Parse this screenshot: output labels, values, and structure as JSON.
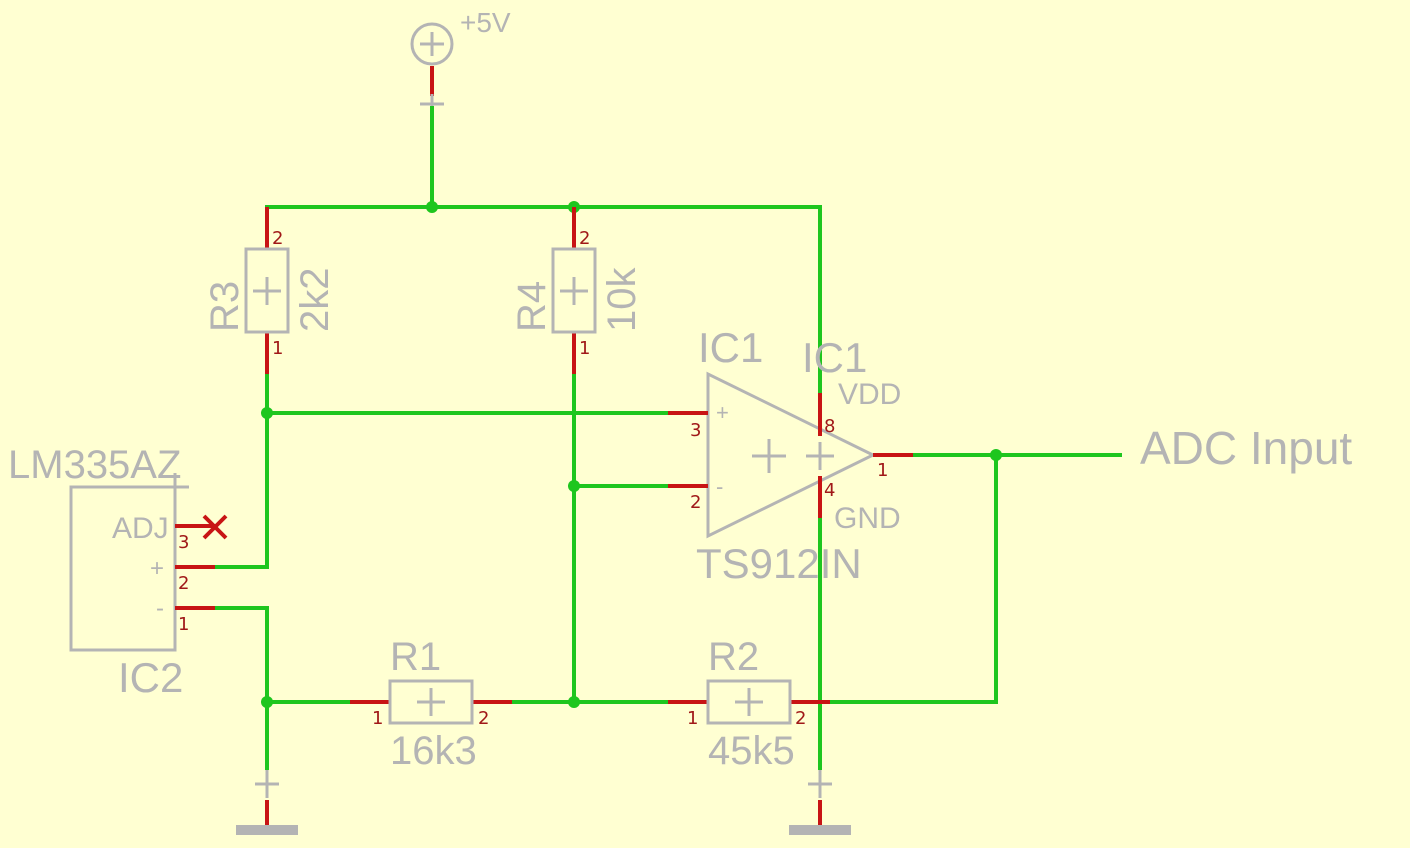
{
  "power": {
    "supply_label": "+5V"
  },
  "resistors": {
    "r1": {
      "name": "R1",
      "value": "16k3",
      "pin1": "1",
      "pin2": "2"
    },
    "r2": {
      "name": "R2",
      "value": "45k5",
      "pin1": "1",
      "pin2": "2"
    },
    "r3": {
      "name": "R3",
      "value": "2k2",
      "pin1": "1",
      "pin2": "2"
    },
    "r4": {
      "name": "R4",
      "value": "10k",
      "pin1": "1",
      "pin2": "2"
    }
  },
  "opamp": {
    "name": "IC1",
    "power_name": "IC1",
    "part": "TS912IN",
    "vdd_label": "VDD",
    "gnd_label": "GND",
    "pin_plus": "3",
    "pin_minus": "2",
    "pin_out": "1",
    "pin_vdd": "8",
    "pin_gnd": "4",
    "plus_sign": "+",
    "minus_sign": "-"
  },
  "sensor": {
    "part": "LM335AZ",
    "name": "IC2",
    "adj_label": "ADJ",
    "plus_label": "+",
    "minus_label": "-",
    "pin_adj": "3",
    "pin_plus": "2",
    "pin_minus": "1"
  },
  "output": {
    "label": "ADC Input"
  },
  "colors": {
    "background": "#ffffd2",
    "wire": "#1ec61e",
    "pin_lead": "#c81414",
    "component": "#b4b4b4",
    "no_connect": "#c81414"
  }
}
